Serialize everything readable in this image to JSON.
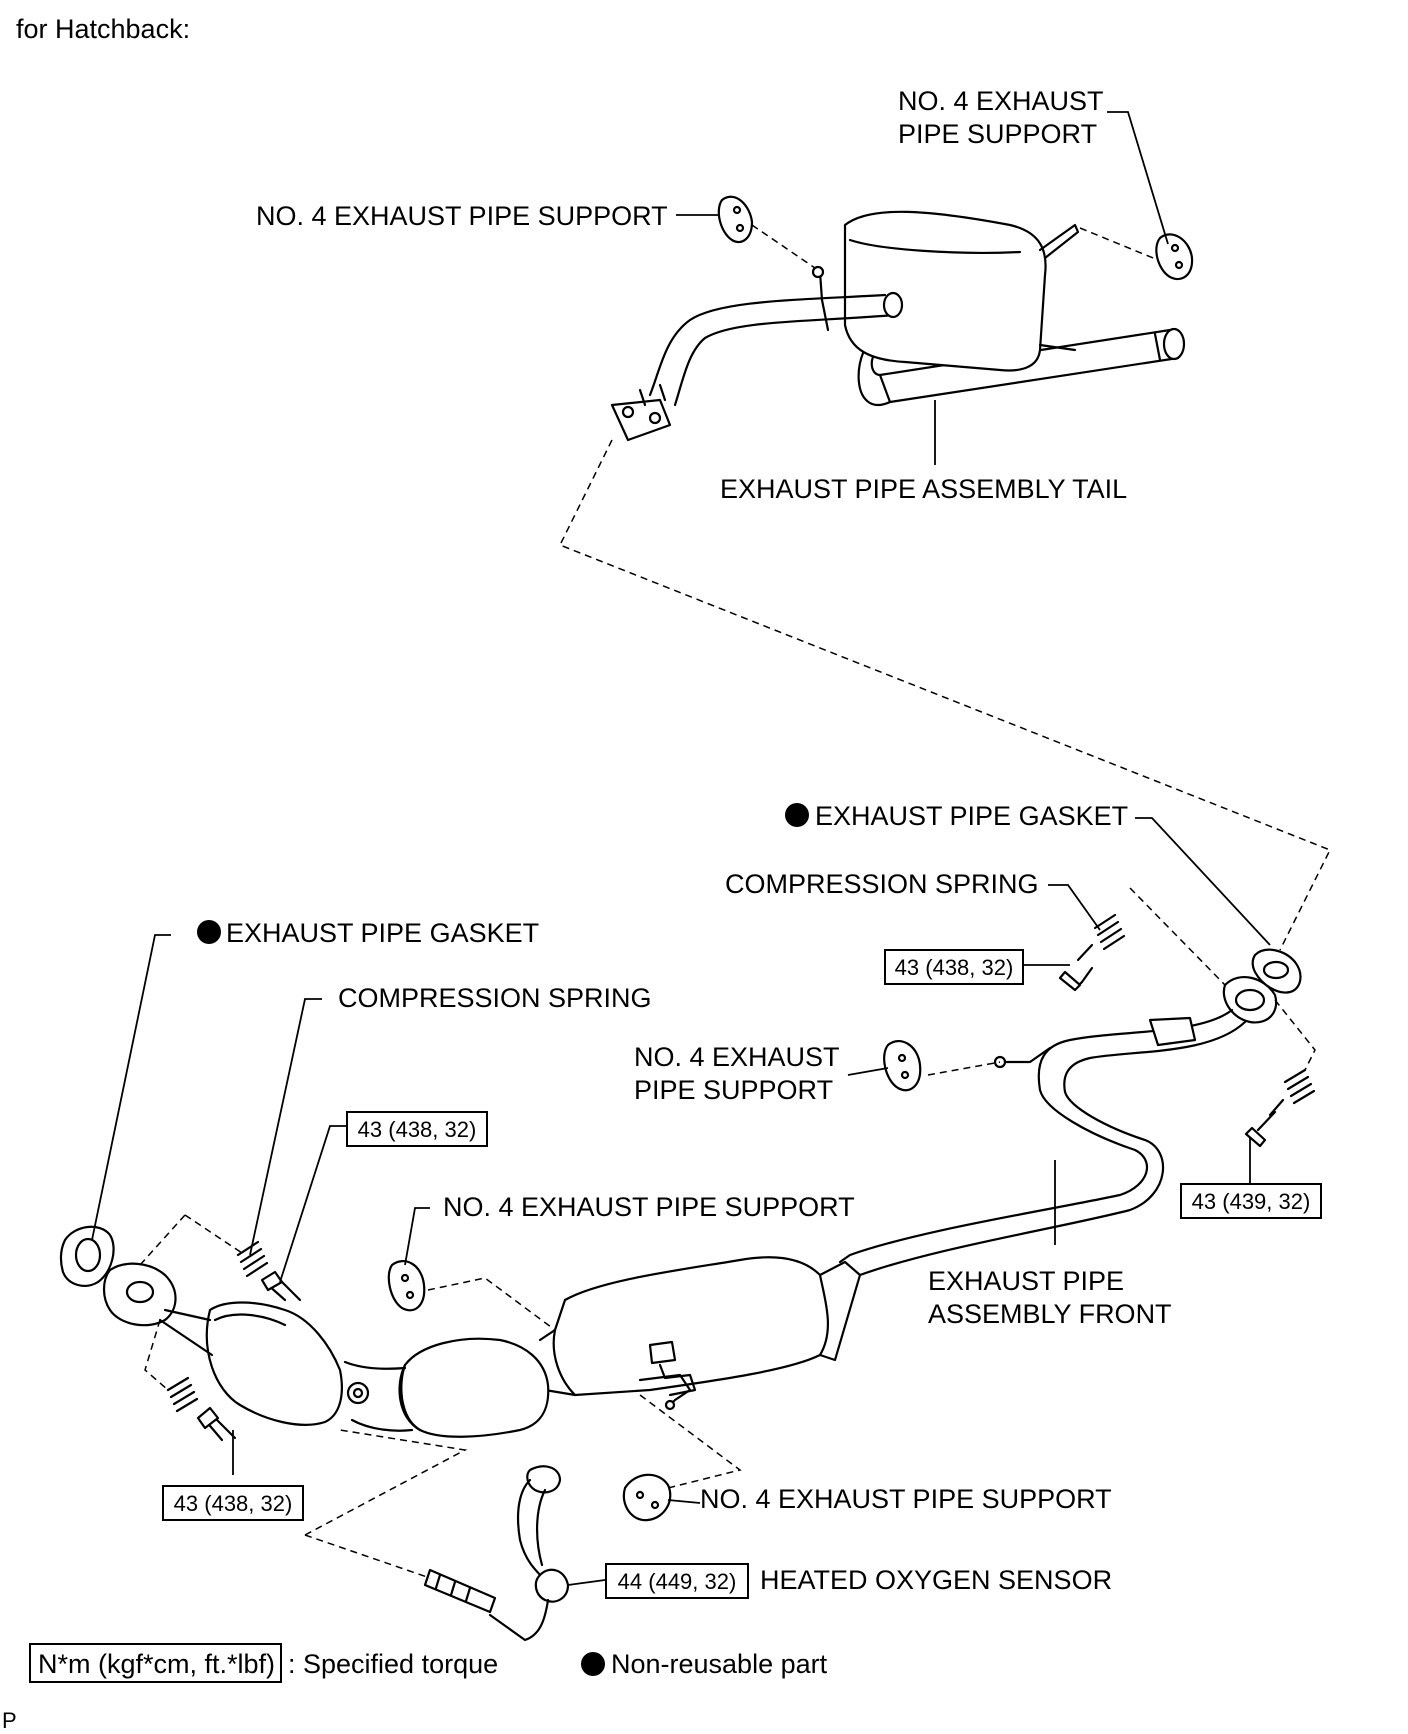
{
  "header": {
    "title": "for Hatchback:"
  },
  "labels": {
    "tail_support_right": [
      "NO. 4 EXHAUST",
      "PIPE SUPPORT"
    ],
    "tail_support_left": "NO. 4 EXHAUST PIPE SUPPORT",
    "tail_assembly": "EXHAUST PIPE ASSEMBLY TAIL",
    "gasket_right": "EXHAUST PIPE GASKET",
    "spring_right": "COMPRESSION SPRING",
    "gasket_left": "EXHAUST PIPE GASKET",
    "spring_left": "COMPRESSION SPRING",
    "front_support_upper": [
      "NO. 4 EXHAUST",
      "PIPE SUPPORT"
    ],
    "front_support_mid": "NO. 4 EXHAUST PIPE SUPPORT",
    "front_assembly": [
      "EXHAUST PIPE",
      "ASSEMBLY FRONT"
    ],
    "front_support_lower": "NO. 4 EXHAUST PIPE SUPPORT",
    "oxygen_sensor": "HEATED OXYGEN SENSOR"
  },
  "torques": {
    "upper_right_bolt": "43 (438, 32)",
    "far_right_bolt": "43 (439, 32)",
    "left_upper_bolt": "43 (438, 32)",
    "left_lower_bolt": "43 (438, 32)",
    "oxygen_sensor": "44 (449, 32)"
  },
  "legend": {
    "torque_unit": "N*m (kgf*cm, ft.*lbf)",
    "torque_text": ": Specified torque",
    "nonreusable_text": "Non-reusable part"
  },
  "footer": {
    "code": "P"
  }
}
